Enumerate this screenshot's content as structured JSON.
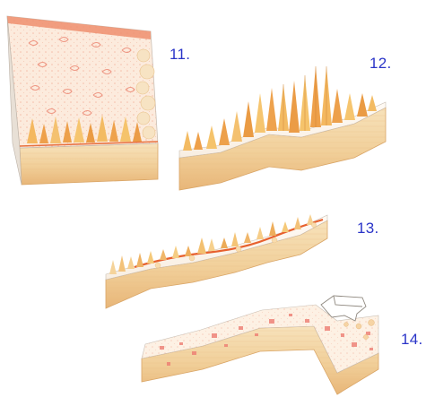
{
  "labels": {
    "p11": "11.",
    "p12": "12.",
    "p13": "13.",
    "p14": "14."
  },
  "colors": {
    "label": "#2a34c8",
    "soil_light": "#f6dcb0",
    "soil_mid": "#eec48e",
    "soil_dark": "#e2ad6c",
    "soil_edge": "#c68a4c",
    "tree_light": "#f6c873",
    "tree_dark": "#e79a3c",
    "canopy_pink": "#fbe8da",
    "canopy_dot": "#f0a58e",
    "ground_red": "#e7602e",
    "patch_red": "#ee7c72",
    "white": "#ffffff",
    "outline_gray": "#b8b0a6"
  }
}
